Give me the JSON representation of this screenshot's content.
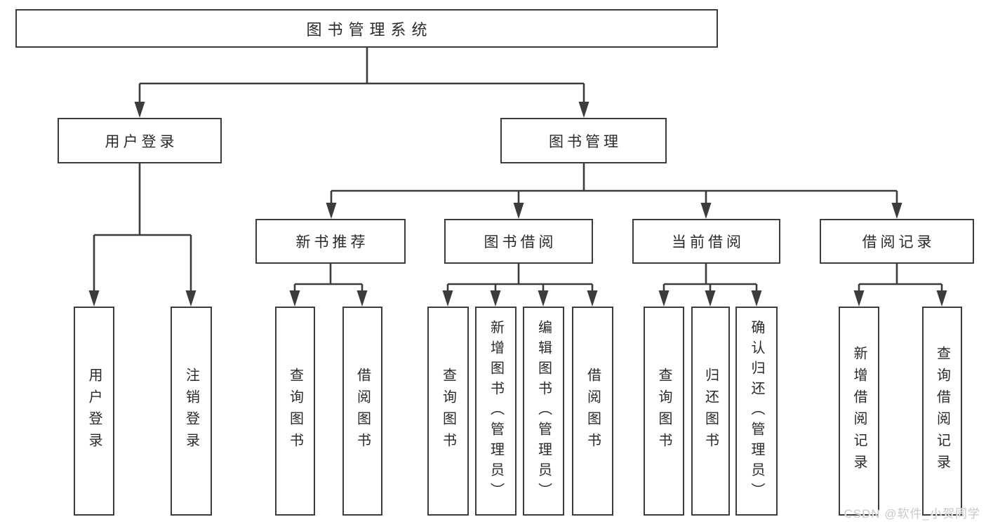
{
  "diagram": {
    "title": "图书管理系统",
    "children": [
      {
        "label": "用户登录",
        "children": [
          {
            "label": "用户登录"
          },
          {
            "label": "注销登录"
          }
        ]
      },
      {
        "label": "图书管理",
        "children": [
          {
            "label": "新书推荐",
            "children": [
              {
                "label": "查询图书"
              },
              {
                "label": "借阅图书"
              }
            ]
          },
          {
            "label": "图书借阅",
            "children": [
              {
                "label": "查询图书"
              },
              {
                "label": "新增图书（管理员）"
              },
              {
                "label": "编辑图书（管理员）"
              },
              {
                "label": "借阅图书"
              }
            ]
          },
          {
            "label": "当前借阅",
            "children": [
              {
                "label": "查询图书"
              },
              {
                "label": "归还图书"
              },
              {
                "label": "确认归还（管理员）"
              }
            ]
          },
          {
            "label": "借阅记录",
            "children": [
              {
                "label": "新增借阅记录"
              },
              {
                "label": "查询借阅记录"
              }
            ]
          }
        ]
      }
    ]
  },
  "watermark": "CSDN @软件_小贺同学",
  "colors": {
    "line": "#3c3c3c",
    "text": "#2a2a2a",
    "watermark": "#c9c9c9",
    "background": "#ffffff"
  }
}
